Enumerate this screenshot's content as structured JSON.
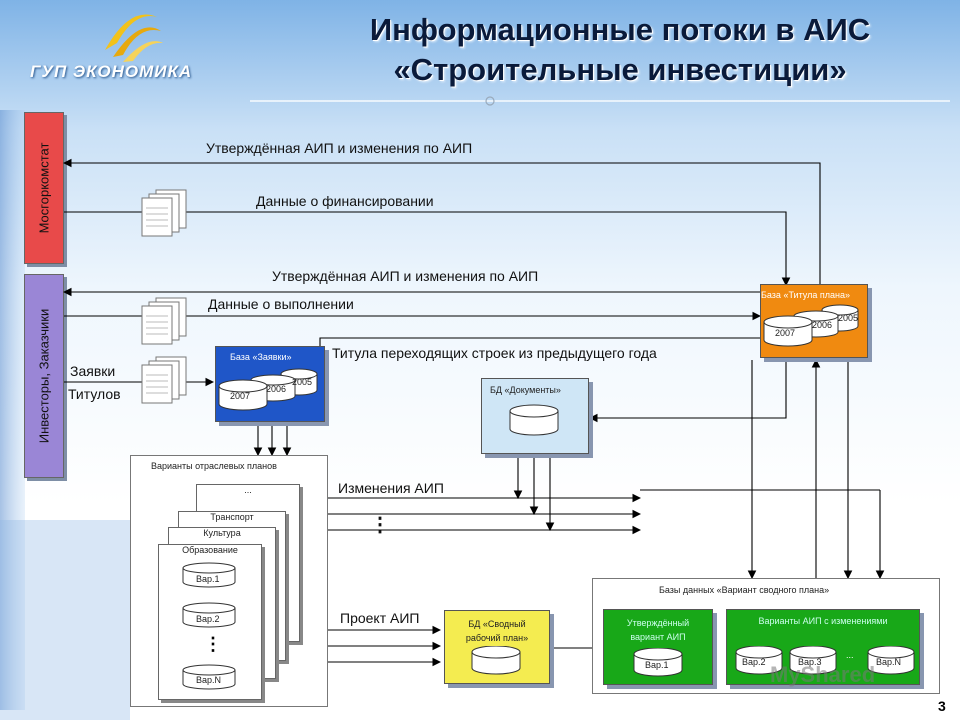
{
  "header": {
    "title_line1": "Информационные потоки в АИС",
    "title_line2": "«Строительные инвестиции»",
    "logo_text": "ГУП ЭКОНОМИКА",
    "logo_icon": "company-logo-icon"
  },
  "actors": {
    "mosgorkomstat": "Мосгоркомстат",
    "investors": "Инвесторы, Заказчики"
  },
  "flows": {
    "approved_aip_1": "Утверждённая АИП и изменения по АИП",
    "financing": "Данные о финансировании",
    "approved_aip_2": "Утверждённая АИП и изменения по АИП",
    "execution": "Данные о выполнении",
    "titles_carryover": "Титула переходящих строек из предыдущего года",
    "requests_1": "Заявки",
    "requests_2": "Титулов",
    "aip_changes": "Изменения АИП",
    "ellipsis": "⋮",
    "aip_project": "Проект АИП"
  },
  "db_requests": {
    "title": "База «Заявки»",
    "years": [
      "2007",
      "2006",
      "2005"
    ]
  },
  "db_titles": {
    "title": "База «Титула плана»",
    "years": [
      "2007",
      "2006",
      "2005"
    ]
  },
  "db_documents": {
    "title": "БД «Документы»"
  },
  "branch_plans": {
    "title": "Варианты отраслевых планов",
    "sheets": [
      "...",
      "Транспорт",
      "Культура",
      "Образование"
    ],
    "variants": [
      "Вар.1",
      "Вар.2",
      "⋮",
      "Вар.N"
    ]
  },
  "working_plan": {
    "title_line1": "БД «Сводный",
    "title_line2": "рабочий план»"
  },
  "variant_dbs": {
    "title": "Базы данных «Вариант сводного плана»",
    "approved_line1": "Утверждённый",
    "approved_line2": "вариант АИП",
    "approved_var": "Вар.1",
    "changes_title": "Варианты АИП с изменениями",
    "changes_vars": [
      "Вар.2",
      "Вар.3",
      "...",
      "Вар.N"
    ]
  },
  "watermark": "MyShared",
  "page_number": "3",
  "colors": {
    "mosgorkomstat": "#e84a4a",
    "investors": "#9a86d6",
    "db_requests": "#1f56c8",
    "db_titles": "#f08a10",
    "db_documents": "#cfe6f6",
    "working_plan": "#f4ec50",
    "variant_green": "#18a818",
    "title_color": "#0a1a3a"
  }
}
